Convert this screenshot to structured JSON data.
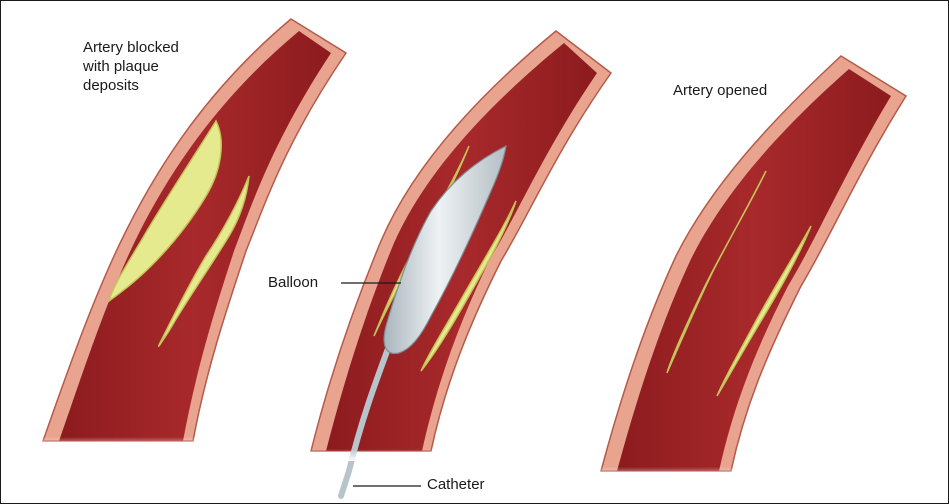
{
  "labels": {
    "blocked_line1": "Artery blocked",
    "blocked_line2": "with plaque",
    "blocked_line3": "deposits",
    "balloon": "Balloon",
    "opened": "Artery opened",
    "catheter": "Catheter"
  },
  "colors": {
    "artery_wall": "#e9a48f",
    "artery_wall_edge": "#b55a4a",
    "lumen_dark": "#8c1b1e",
    "lumen_mid": "#a8292b",
    "plaque": "#e6ea8f",
    "plaque_edge": "#c5c35a",
    "balloon": "#cfd8dc",
    "catheter": "#b7c4cc",
    "leader_line": "#1a1a1a"
  }
}
